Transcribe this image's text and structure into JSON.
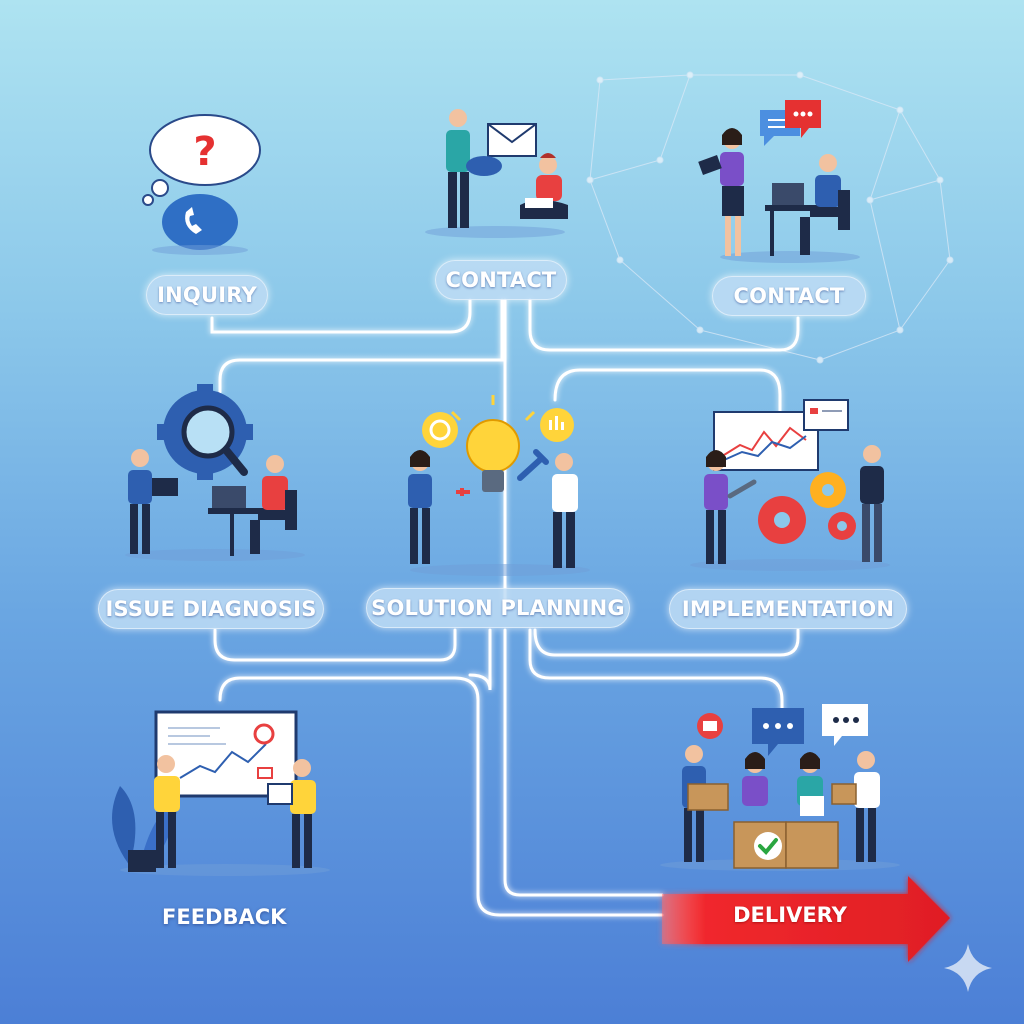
{
  "stages": {
    "inquiry": "INQUIRY",
    "contact_1": "CONTACT",
    "contact_2": "CONTACT",
    "issue_diagnosis": "ISSUE DIAGNOSIS",
    "solution_planning": "SOLUTION PLANNING",
    "implementation": "IMPLEMENTATION",
    "feedback": "FEEDBACK",
    "delivery": "DELIVERY"
  },
  "colors": {
    "connector": "#ffffff",
    "delivery_arrow": "#e8232a",
    "pill_bg": "#bedcf5"
  }
}
